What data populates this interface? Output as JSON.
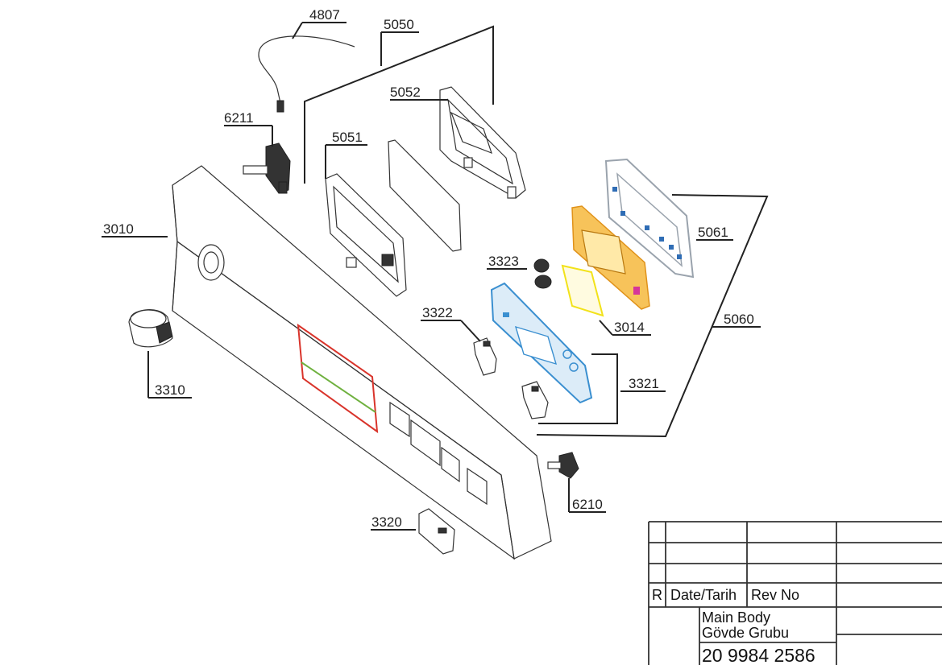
{
  "part_labels": {
    "p4807": "4807",
    "p5050": "5050",
    "p5052": "5052",
    "p6211": "6211",
    "p5051": "5051",
    "p3010": "3010",
    "p5061": "5061",
    "p3323": "3323",
    "p3322": "3322",
    "p3014": "3014",
    "p5060": "5060",
    "p3310": "3310",
    "p3321": "3321",
    "p6210": "6210",
    "p3320": "3320"
  },
  "title_block": {
    "rev_mark": "R",
    "date_header": "Date/Tarih",
    "rev_header": "Rev No",
    "title_line1": "Main Body",
    "title_line2": "Gövde Grubu",
    "drawing_number": "20 9984 2586"
  },
  "colors": {
    "frame_5061": "#9aa3ad",
    "frame_5061_accent": "#2f6db5",
    "board_3014_orange": "#f2a51c",
    "window_3014_yellow": "#f2e21a",
    "board_3321_blue": "#3a8fd0",
    "display_red": "#d9342b",
    "display_green": "#6fb13f",
    "chip_magenta": "#d6359a"
  }
}
